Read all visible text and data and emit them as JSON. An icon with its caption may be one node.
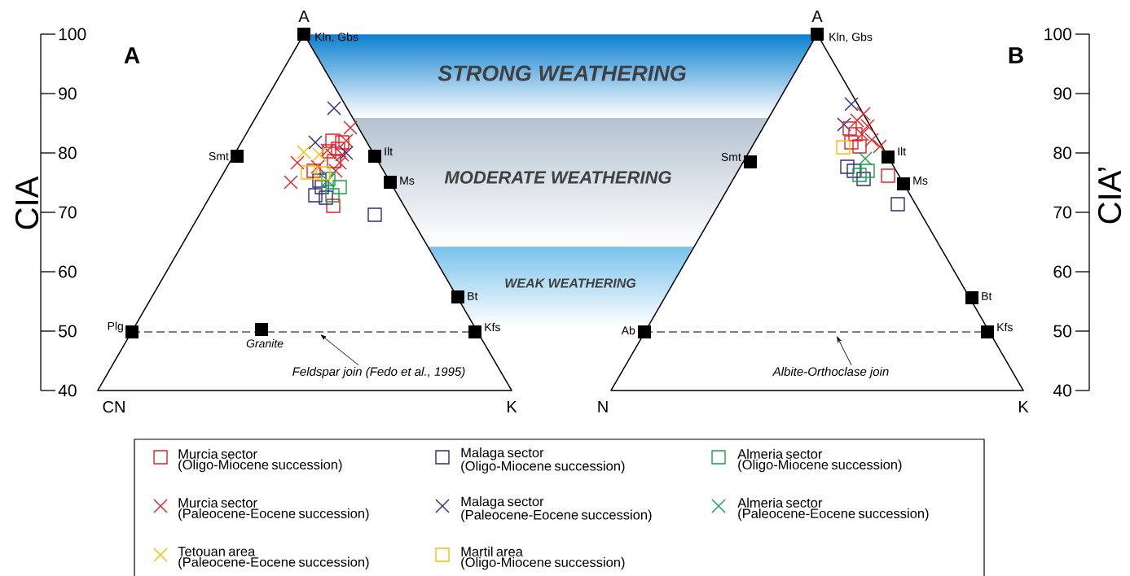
{
  "diagram": {
    "nodes": [
      {
        "text": [
          "STRONG WEATHERING"
        ]
      },
      {
        "text": [
          "MODERATE WEATHERING"
        ]
      },
      {
        "text": [
          "WEAK WEATHERING"
        ]
      },
      {
        "text": [
          "Feldspar join (Fedo et al., 1995)"
        ]
      },
      {
        "text": [
          "Albite-Orthoclase join"
        ]
      }
    ],
    "edges": [
      {
        "from": 3,
        "to": null,
        "arrow": "to"
      },
      {
        "from": 4,
        "to": null,
        "arrow": "to"
      }
    ],
    "labels": [
      "A",
      "100",
      "90",
      "80",
      "70",
      "60",
      "50",
      "40",
      "CIA",
      "A",
      "Kln, Gbs",
      "Smt",
      "Ilt",
      "Ms",
      "Bt",
      "Plg",
      "Kfs",
      "Granite",
      "CN",
      "K",
      "A",
      "Kln, Gbs",
      "B",
      "100",
      "90",
      "80",
      "70",
      "60",
      "50",
      "40",
      "CIA’",
      "Smt",
      "Ilt",
      "Ms",
      "Bt",
      "Ab",
      "Kfs",
      "N",
      "K"
    ],
    "legend": [
      {
        "text": "Murcia sector (Oligo-Miocene succession)"
      },
      {
        "text": "Malaga sector (Oligo-Miocene succession)"
      },
      {
        "text": "Almeria sector (Oligo-Miocene succession)"
      },
      {
        "text": "Murcia sector (Paleocene-Eocene succession)"
      },
      {
        "text": "Malaga sector (Paleocene-Eocene succession)"
      },
      {
        "text": "Almeria sector (Paleocene-Eocene succession)"
      },
      {
        "text": "Tetouan area (Paleocene-Eocene succession)"
      },
      {
        "text": "Martil area (Oligo-Miocene succession)"
      }
    ]
  }
}
